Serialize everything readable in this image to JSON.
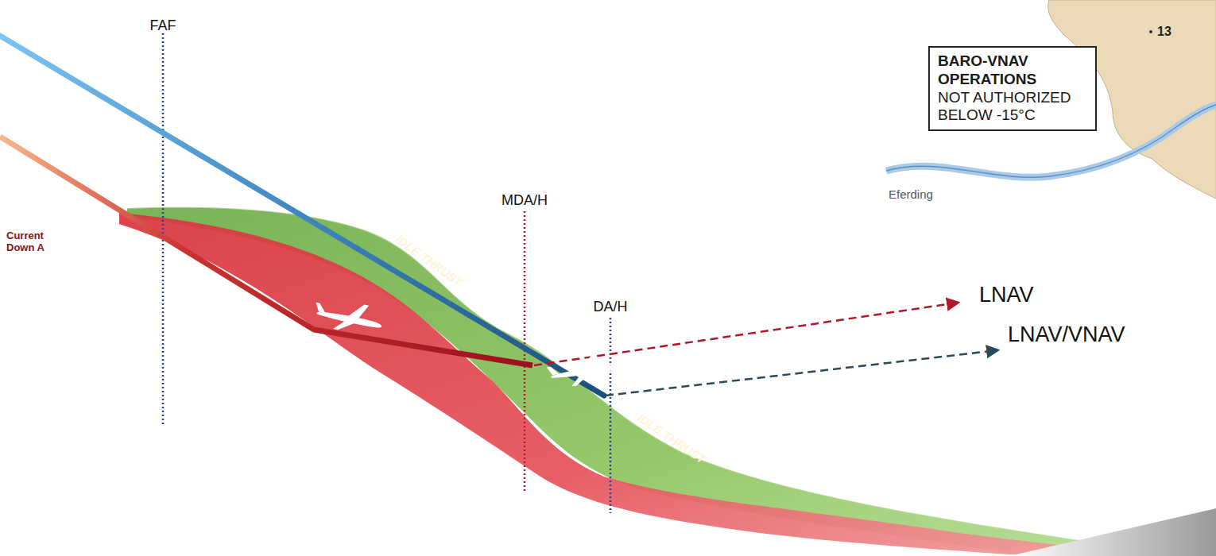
{
  "diagram": {
    "nodes": [
      {
        "text": [
          "BARO-VNAV OPERATIONS",
          "NOT AUTHORIZED BELOW -15°C"
        ]
      }
    ],
    "labels": [
      "FAF",
      "MDA/H",
      "DA/H",
      "LNAV",
      "LNAV/VNAV",
      "IDLE THRUST",
      "IDLE THRUST",
      "Current Down A",
      "Eferding",
      "13"
    ]
  }
}
